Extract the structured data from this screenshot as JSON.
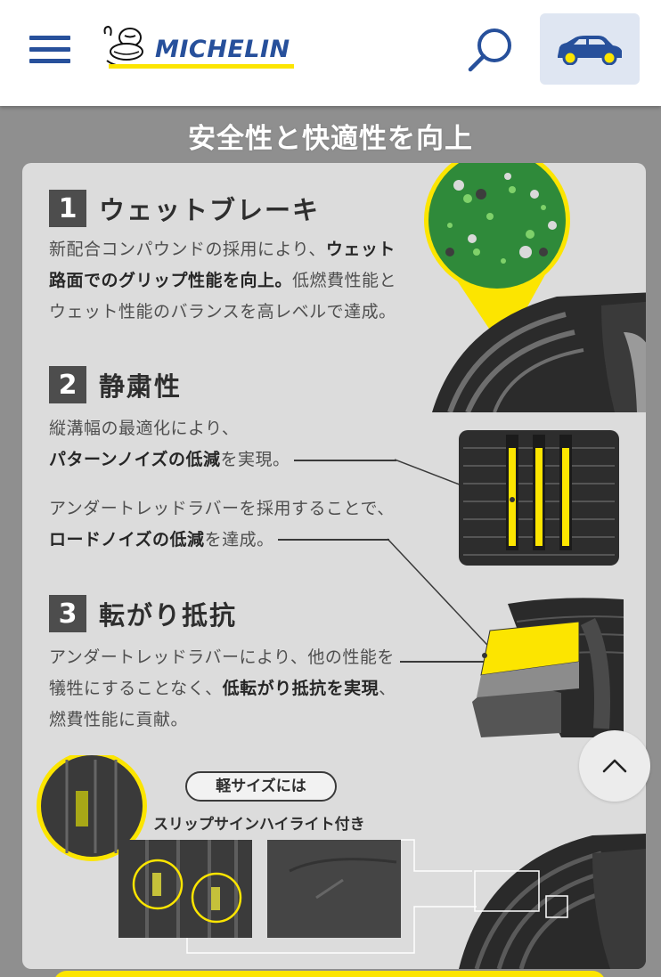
{
  "header": {
    "menu_icon": "hamburger-menu-icon",
    "brand": "MICHELIN",
    "search_icon": "search-icon",
    "car_icon": "car-icon"
  },
  "section": {
    "title": "安全性と快適性を向上"
  },
  "features": [
    {
      "number": "1",
      "title": "ウェットブレーキ",
      "lines": [
        [
          "新配合コンパウンドの採用により、",
          "ウェット"
        ],
        [
          "路面でのグリップ性能を向上。",
          "低燃費性能と"
        ],
        [
          "ウェット性能のバランスを高レベルで達成。"
        ]
      ]
    },
    {
      "number": "2",
      "title": "静粛性",
      "block_a": {
        "line1": "縦溝幅の最適化により、",
        "bold": "パターンノイズの低減",
        "rest": "を実現。"
      },
      "block_b": {
        "line1": "アンダートレッドラバーを採用することで、",
        "bold": "ロードノイズの低減",
        "rest": "を達成。"
      }
    },
    {
      "number": "3",
      "title": "転がり抵抗",
      "line1": "アンダートレッドラバーにより、他の性能を",
      "line2_normal": "犠牲にすることなく、",
      "line2_bold": "低転がり抵抗を実現",
      "line2_end": "、",
      "line3": "燃費性能に貢献。"
    }
  ],
  "slip_sign": {
    "badge": "軽サイズには",
    "label": "スリップサインハイライト付き"
  },
  "scroll_top_icon": "chevron-up-icon",
  "colors": {
    "brand_blue": "#27509b",
    "brand_yellow": "#fce500",
    "card_bg": "#dcdcdc",
    "page_bg": "#8f8f8f"
  }
}
